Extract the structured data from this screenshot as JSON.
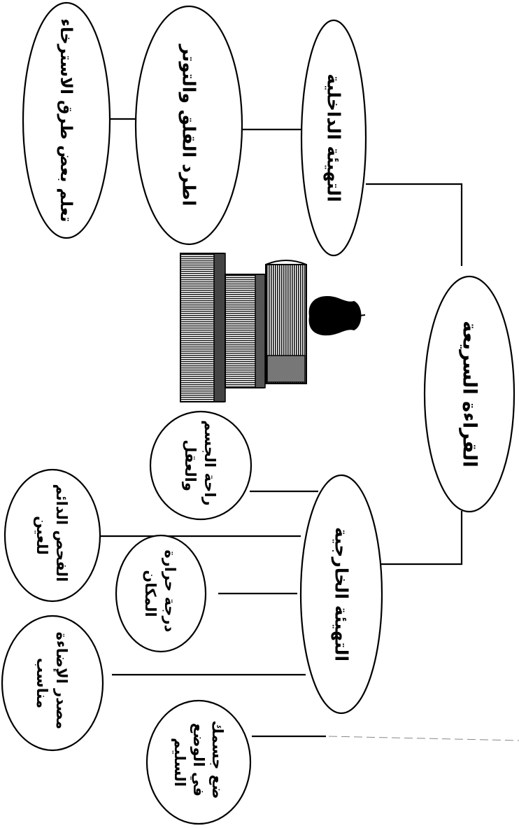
{
  "diagram": {
    "root": {
      "label": "القراءة السريعة"
    },
    "internal": {
      "label": "التهيئة الداخلية",
      "children": [
        {
          "label": "اطرد القلق والتوتر"
        },
        {
          "label": "تعلم بعض طرق الاسترخاء"
        }
      ]
    },
    "external": {
      "label": "التهيئة الخارجية",
      "children": [
        {
          "line1": "راحة الجسم",
          "line2": "والعقل"
        },
        {
          "line1": "الفحص الدائم",
          "line2": "للعين"
        },
        {
          "line1": "درجة حرارة",
          "line2": "المكان"
        },
        {
          "line1": "مصدر الإضاءة",
          "line2": "مناسب"
        },
        {
          "line1": "ضع جسمك",
          "line2": "في الوضع",
          "line3": "السليم"
        }
      ]
    }
  }
}
